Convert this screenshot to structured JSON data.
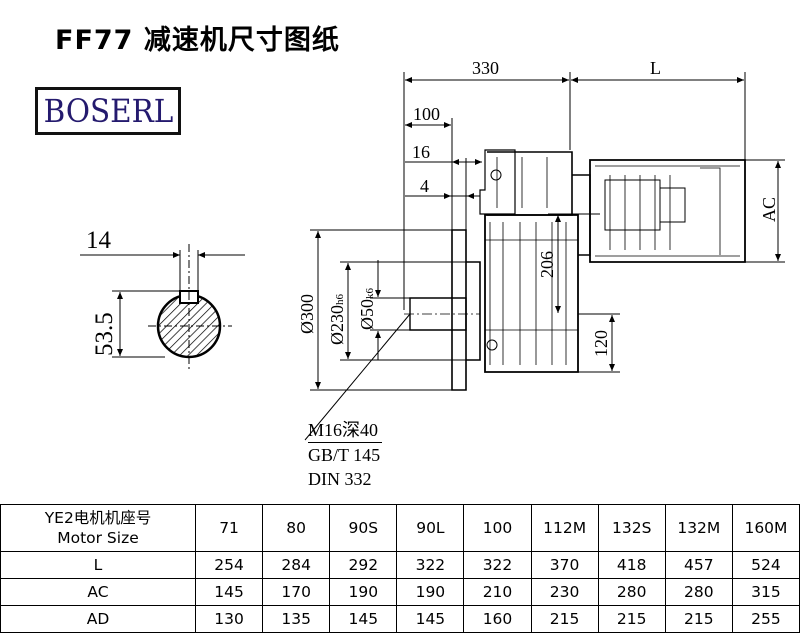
{
  "title": "FF77 减速机尺寸图纸",
  "logo_text": "BOSERL",
  "dimensions": {
    "top_330": "330",
    "top_L": "L",
    "d100": "100",
    "d16": "16",
    "d4": "4",
    "ac": "AC",
    "d206": "206",
    "d120": "120",
    "dia300": "Ø300",
    "dia230": "Ø230",
    "dia230_tol": "h6",
    "dia50": "Ø50",
    "dia50_tol": "k6",
    "key_width": "14",
    "key_height": "53.5"
  },
  "notes": {
    "thread": "M16深40",
    "standard1": "GB/T 145",
    "standard2": "DIN 332"
  },
  "table": {
    "header_label_1": "YE2电机机座号",
    "header_label_2": "Motor Size",
    "sizes": [
      "71",
      "80",
      "90S",
      "90L",
      "100",
      "112M",
      "132S",
      "132M",
      "160M"
    ],
    "rows": [
      {
        "label": "L",
        "values": [
          "254",
          "284",
          "292",
          "322",
          "322",
          "370",
          "418",
          "457",
          "524"
        ]
      },
      {
        "label": "AC",
        "values": [
          "145",
          "170",
          "190",
          "190",
          "210",
          "230",
          "280",
          "280",
          "315"
        ]
      },
      {
        "label": "AD",
        "values": [
          "130",
          "135",
          "145",
          "145",
          "160",
          "215",
          "215",
          "215",
          "255"
        ]
      }
    ]
  }
}
